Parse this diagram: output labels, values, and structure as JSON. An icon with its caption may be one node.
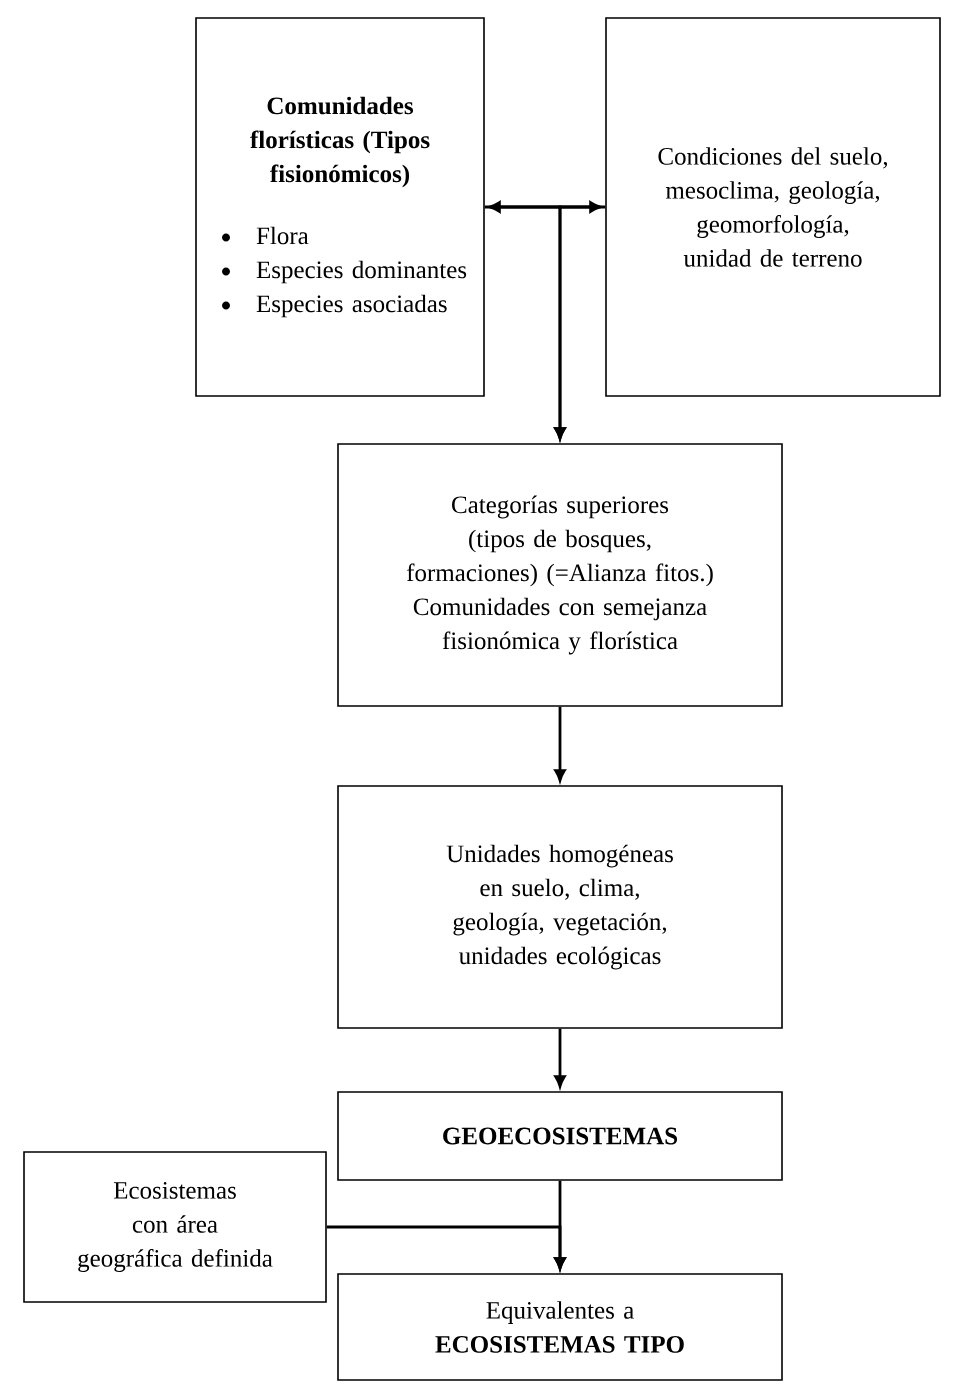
{
  "diagram": {
    "nodes": [
      {
        "text": [
          "Comunidades florísticas (Tipos fisionómicos)",
          "Flora",
          "Especies dominantes",
          "Especies asociadas"
        ]
      },
      {
        "text": [
          "Condiciones del suelo, mesoclima, geología, geomorfología, unidad de terreno"
        ]
      },
      {
        "text": [
          "Categorías superiores (tipos de bosques, formaciones) (=Alianza fitos.) Comunidades con semejanza fisionómica y florística"
        ]
      },
      {
        "text": [
          "Unidades homogéneas en suelo, clima, geología, vegetación, unidades ecológicas"
        ]
      },
      {
        "text": [
          "GEOECOSISTEMAS"
        ]
      },
      {
        "text": [
          "Ecosistemas con área geográfica definida"
        ]
      },
      {
        "text": [
          "Equivalentes a",
          "ECOSISTEMAS TIPO"
        ]
      }
    ],
    "edges": [
      {
        "from": 0,
        "to": 1,
        "arrow": "both"
      },
      {
        "from": 0,
        "to": 2,
        "arrow": "to"
      },
      {
        "from": 1,
        "to": 2,
        "arrow": "to"
      },
      {
        "from": 2,
        "to": 3,
        "arrow": "to"
      },
      {
        "from": 3,
        "to": 4,
        "arrow": "to"
      },
      {
        "from": 4,
        "to": 6,
        "arrow": "to"
      },
      {
        "from": 5,
        "to": 6,
        "arrow": "to"
      }
    ]
  }
}
